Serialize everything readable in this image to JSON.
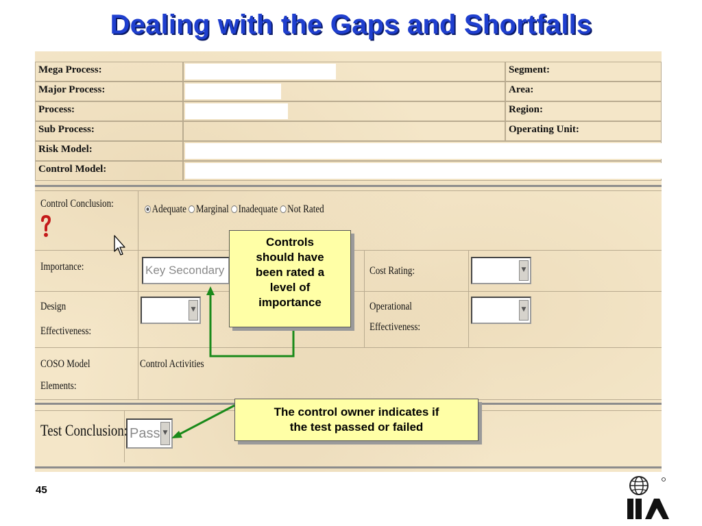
{
  "slide": {
    "title": "Dealing with the Gaps and Shortfalls",
    "page_number": "45",
    "logo_text": "IIA"
  },
  "form_top": {
    "rows": [
      {
        "label": "Mega Process:",
        "right_label": "Segment:"
      },
      {
        "label": "Major Process:",
        "right_label": "Area:"
      },
      {
        "label": "Process:",
        "right_label": "Region:"
      },
      {
        "label": "Sub Process:",
        "right_label": "Operating Unit:"
      },
      {
        "label": "Risk Model:"
      },
      {
        "label": "Control Model:"
      }
    ]
  },
  "control": {
    "conclusion_label": "Control Conclusion:",
    "help_icon": "question-mark-icon",
    "options": [
      {
        "label": "Adequate",
        "selected": true
      },
      {
        "label": "Marginal",
        "selected": false
      },
      {
        "label": "Inadequate",
        "selected": false
      },
      {
        "label": "Not Rated",
        "selected": false
      }
    ],
    "importance_label": "Importance:",
    "importance_value": "Key Secondary",
    "cost_rating_label": "Cost Rating:",
    "design_label_1": "Design",
    "design_label_2": "Effectiveness:",
    "operational_label_1": "Operational",
    "operational_label_2": "Effectiveness:",
    "coso_label_1": "COSO Model",
    "coso_label_2": "Elements:",
    "coso_value": "Control Activities"
  },
  "test": {
    "conclusion_label": "Test Conclusion:",
    "conclusion_value": "Pass"
  },
  "callouts": {
    "importance_note": [
      "Controls",
      "should have",
      "been rated a",
      "level of",
      "importance"
    ],
    "test_note": [
      "The control owner indicates if",
      "the test passed or failed"
    ]
  },
  "colors": {
    "title": "#1f3fcf",
    "callout_bg": "#ffffa6",
    "arrow": "#1a8a1a",
    "panel_bg": "#f4e6c8"
  }
}
